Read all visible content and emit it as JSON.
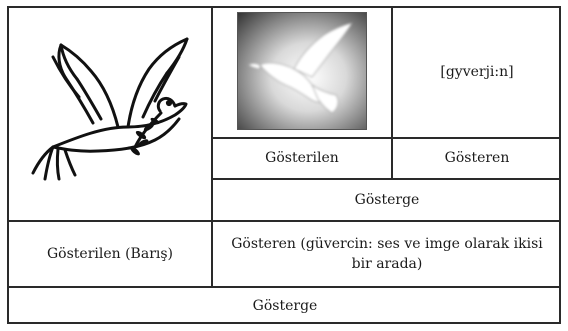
{
  "top_row": {
    "transcription": "[gyverji:n]",
    "signified_label": "Gösterilen",
    "signifier_label": "Gösteren",
    "sign_label": "Gösterge"
  },
  "bottom_row": {
    "signified_label": "Gösterilen (Barış)",
    "signifier_label": "Gösteren (güvercin: ses ve imge olarak ikisi bir arada)",
    "sign_label": "Gösterge"
  },
  "icons": {
    "dove_drawing": "dove-with-olive-branch-line-drawing",
    "dove_photo": "white-dove-photograph"
  }
}
